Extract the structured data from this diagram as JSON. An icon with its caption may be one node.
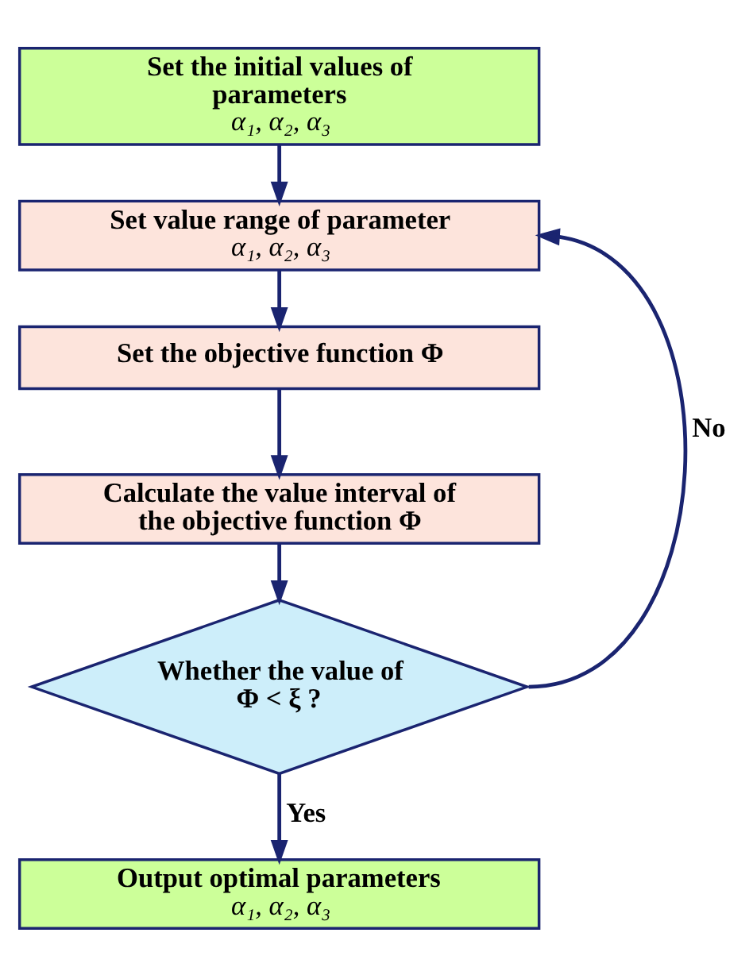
{
  "diagram": {
    "nodes": [
      {
        "text": [
          "Set the initial values of parameters",
          "α₁, α₂, α₃"
        ]
      },
      {
        "text": [
          "Set value range of parameter",
          "α₁, α₂, α₃"
        ]
      },
      {
        "text": [
          "Set the objective function Φ"
        ]
      },
      {
        "text": [
          "Calculate the value interval of the objective function Φ"
        ]
      },
      {
        "text": [
          "Whether the value of Φ < ξ ?"
        ]
      },
      {
        "text": [
          "Output optimal parameters",
          "α₁, α₂, α₃"
        ]
      }
    ],
    "edges": [
      {
        "from": 0,
        "to": 1,
        "arrow": "to"
      },
      {
        "from": 1,
        "to": 2,
        "arrow": "to"
      },
      {
        "from": 2,
        "to": 3,
        "arrow": "to"
      },
      {
        "from": 3,
        "to": 4,
        "arrow": "to"
      },
      {
        "from": 4,
        "to": 5,
        "arrow": "to",
        "label": "Yes"
      },
      {
        "from": 4,
        "to": 1,
        "arrow": "to",
        "label": "No"
      }
    ]
  }
}
